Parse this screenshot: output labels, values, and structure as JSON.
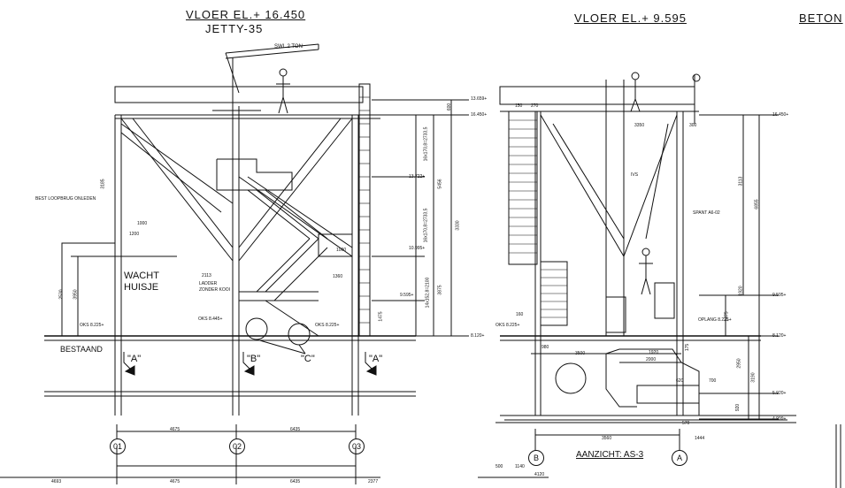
{
  "titles": {
    "left_main": "VLOER EL.+ 16.450",
    "left_sub": "JETTY-35",
    "right_main": "VLOER EL.+ 9.595",
    "right_far": "BETON"
  },
  "left_view": {
    "crane_label": "SWL 2 TON",
    "label_wacht": "WACHT",
    "label_huisje": "HUISJE",
    "label_bestaand": "BESTAAND",
    "label_ladder1": "LADDER",
    "label_ladder2": "ZONDER KOOI",
    "label_besteloopbrug": "BEST LOOPBRUG ONLEDEN",
    "sections": [
      "\"A\"",
      "\"B\"",
      "\"C\"",
      "\"A\""
    ],
    "levels": [
      "13.659+",
      "16.450+",
      "13.722+",
      "10.995+",
      "9.595+",
      "8.120+"
    ],
    "oks": [
      "OKS 8.225+",
      "OKS 8.445+",
      "OKS 8.225+"
    ],
    "dims": {
      "d1000a": "1000",
      "d1200": "1200",
      "d2113": "2113",
      "d1000b": "1000",
      "d1360": "1360",
      "d4675": "4675",
      "d6435": "6435",
      "d4675b": "4675",
      "d6435b": "6435",
      "d4693": "4693",
      "d2377": "2377",
      "v3330": "3330",
      "v5456": "5456",
      "v3875": "3875",
      "v1475": "1475",
      "v3185": "3185",
      "v2530": "2530",
      "v3950": "3950",
      "v600": "600",
      "stair1": "16x170,8=2733,5",
      "stair2": "16x170,8=2733,5",
      "stair3": "14x152,8=2100"
    },
    "axes": [
      "01",
      "02",
      "03"
    ]
  },
  "right_view": {
    "label_aanzicht": "AANZICHT: AS-3",
    "label_spant": "SPANT A6-02",
    "label_oplang": "OPLANG 8.225+",
    "label_ivs": "IVS",
    "levels": [
      "16.450+",
      "9.595+",
      "8.120+",
      "5.920+",
      "4.999+"
    ],
    "oks": "OKS 8.225+",
    "dims": {
      "d150": "150",
      "d270": "270",
      "d3350": "3350",
      "d300": "300",
      "d160": "160",
      "d980": "980",
      "d3500": "3500",
      "d1920": "1920",
      "d2000": "2000",
      "d620": "620",
      "d700": "700",
      "d570": "570",
      "d3560": "3560",
      "d1444": "1444",
      "d500": "500",
      "d1140": "1140",
      "d4120": "4120",
      "v3113": "3113",
      "v6855": "6855",
      "v1920": "1920",
      "v1475": "1475",
      "v2950": "2950",
      "v3190": "3190",
      "v920": "920",
      "v175": "175"
    },
    "axes": [
      "B",
      "A"
    ]
  },
  "colors": {
    "line": "#111111",
    "background": "#ffffff"
  }
}
